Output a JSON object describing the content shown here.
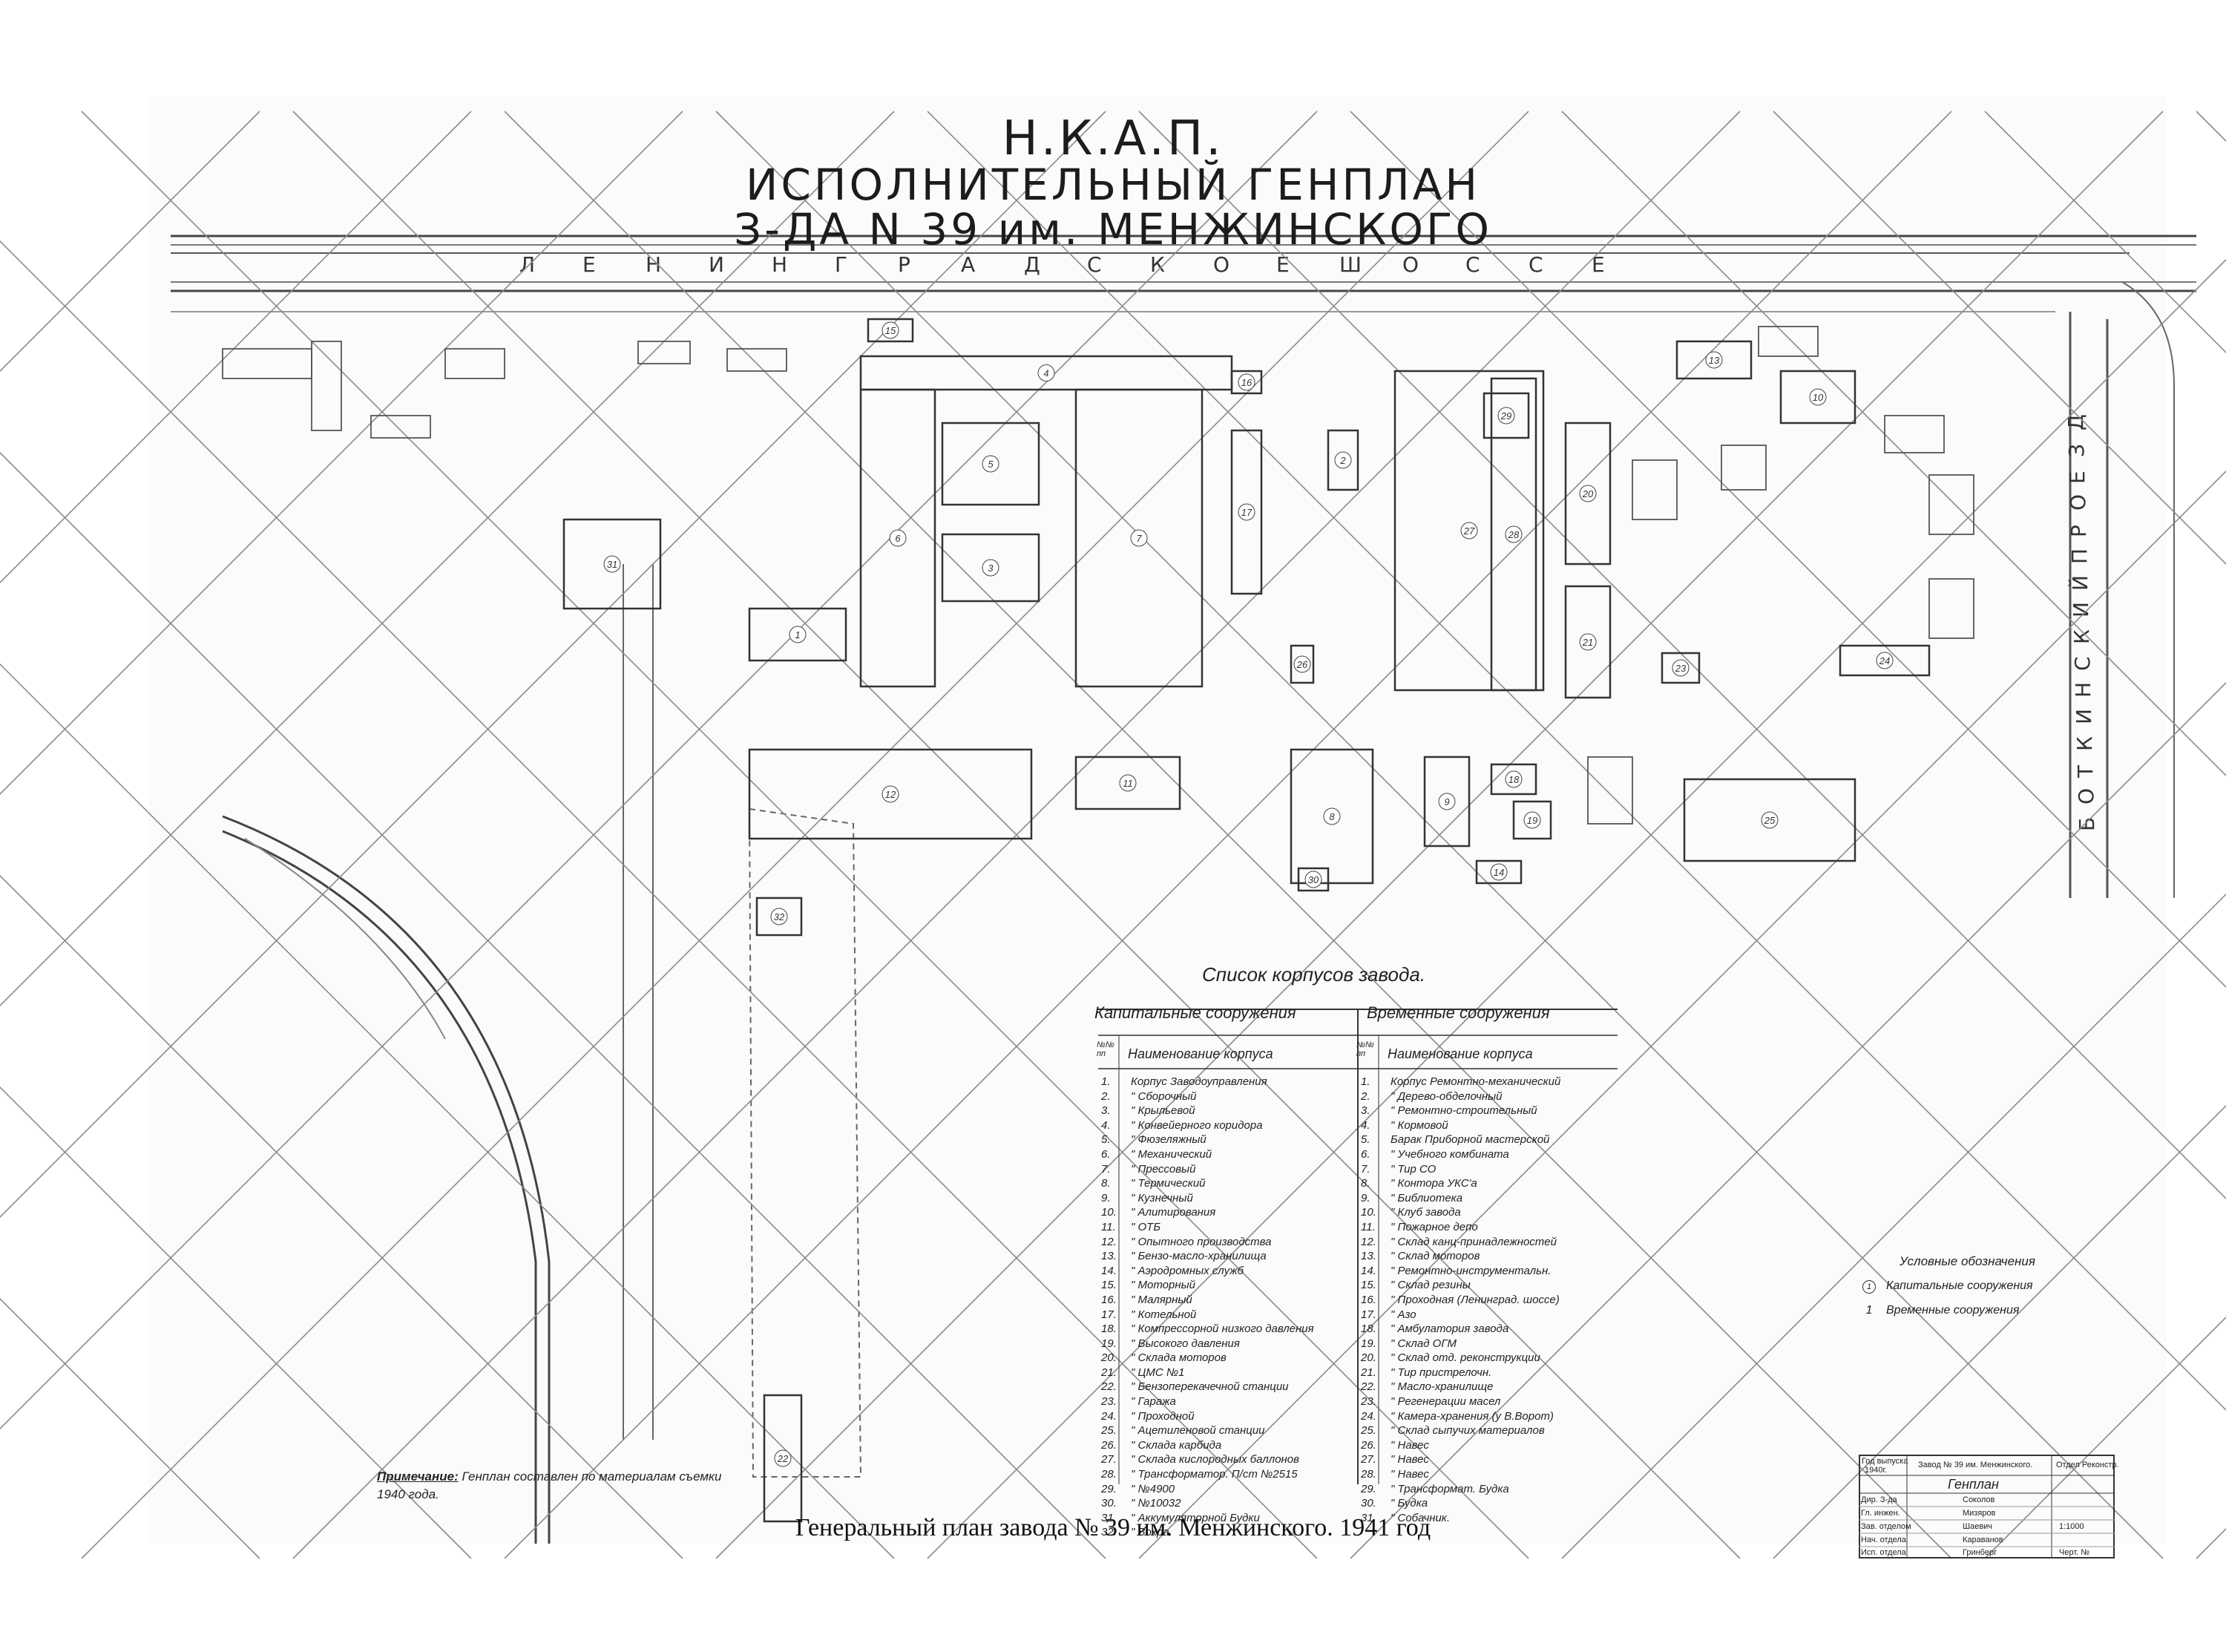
{
  "title": {
    "line1": "Н.К.А.П.",
    "line2": "ИСПОЛНИТЕЛЬНЫЙ ГЕНПЛАН",
    "line3": "З-ДА N 39 им. МЕНЖИНСКОГО"
  },
  "roads": {
    "main": [
      "Л",
      "Е",
      "Н",
      "И",
      "Н",
      "Г",
      "Р",
      "А",
      "Д",
      "С",
      "К",
      "О",
      "Е",
      "Ш",
      "О",
      "С",
      "С",
      "Е"
    ],
    "side": [
      "Б",
      "О",
      "Т",
      "К",
      "И",
      "Н",
      "С",
      "К",
      "И",
      "Й",
      "П",
      "Р",
      "О",
      "Е",
      "З",
      "Д"
    ]
  },
  "list": {
    "title": "Список корпусов завода.",
    "capital_header": "Капитальные сооружения",
    "temporary_header": "Временные сооружения",
    "num_header": "№№ пп",
    "name_header": "Наименование корпуса",
    "capital": [
      {
        "n": "1.",
        "name": "Корпус Заводоуправления"
      },
      {
        "n": "2.",
        "name": "\" Сборочный"
      },
      {
        "n": "3.",
        "name": "\" Крыльевой"
      },
      {
        "n": "4.",
        "name": "\" Конвейерного коридора"
      },
      {
        "n": "5.",
        "name": "\" Фюзеляжный"
      },
      {
        "n": "6.",
        "name": "\" Механический"
      },
      {
        "n": "7.",
        "name": "\" Прессовый"
      },
      {
        "n": "8.",
        "name": "\" Термический"
      },
      {
        "n": "9.",
        "name": "\" Кузнечный"
      },
      {
        "n": "10.",
        "name": "\" Алитирования"
      },
      {
        "n": "11.",
        "name": "\" ОТБ"
      },
      {
        "n": "12.",
        "name": "\" Опытного производства"
      },
      {
        "n": "13.",
        "name": "\" Бензо-масло-хранилища"
      },
      {
        "n": "14.",
        "name": "\" Аэродромных служб"
      },
      {
        "n": "15.",
        "name": "\" Моторный"
      },
      {
        "n": "16.",
        "name": "\" Малярный"
      },
      {
        "n": "17.",
        "name": "\" Котельной"
      },
      {
        "n": "18.",
        "name": "\" Компрессорной низкого давления"
      },
      {
        "n": "19.",
        "name": "\" Высокого давления"
      },
      {
        "n": "20.",
        "name": "\" Склада моторов"
      },
      {
        "n": "21.",
        "name": "\" ЦМС №1"
      },
      {
        "n": "22.",
        "name": "\" Бензоперекачечной станции"
      },
      {
        "n": "23.",
        "name": "\" Гаража"
      },
      {
        "n": "24.",
        "name": "\" Проходной"
      },
      {
        "n": "25.",
        "name": "\" Ацетиленовой станции"
      },
      {
        "n": "26.",
        "name": "\" Склада карбида"
      },
      {
        "n": "27.",
        "name": "\" Склада кислородных баллонов"
      },
      {
        "n": "28.",
        "name": "\" Трансформатор. П/ст №2515"
      },
      {
        "n": "29.",
        "name": "\" №4900"
      },
      {
        "n": "30.",
        "name": "\" №10032"
      },
      {
        "n": "31.",
        "name": "\" Аккумуляторной Будки"
      },
      {
        "n": "32.",
        "name": "\" Вохра."
      }
    ],
    "temporary": [
      {
        "n": "1.",
        "name": "Корпус Ремонтно-механический"
      },
      {
        "n": "2.",
        "name": "\" Дерево-обделочный"
      },
      {
        "n": "3.",
        "name": "\" Ремонтно-строительный"
      },
      {
        "n": "4.",
        "name": "\" Кормовой"
      },
      {
        "n": "5.",
        "name": "Барак Приборной мастерской"
      },
      {
        "n": "6.",
        "name": "\" Учебного комбината"
      },
      {
        "n": "7.",
        "name": "\" Тир СО"
      },
      {
        "n": "8.",
        "name": "\" Контора УКС'а"
      },
      {
        "n": "9.",
        "name": "\" Библиотека"
      },
      {
        "n": "10.",
        "name": "\" Клуб завода"
      },
      {
        "n": "11.",
        "name": "\" Пожарное депо"
      },
      {
        "n": "12.",
        "name": "\" Склад канц-принадлежностей"
      },
      {
        "n": "13.",
        "name": "\" Склад моторов"
      },
      {
        "n": "14.",
        "name": "\" Ремонтно-инструментальн."
      },
      {
        "n": "15.",
        "name": "\" Склад резины"
      },
      {
        "n": "16.",
        "name": "\" Проходная (Ленинград. шоссе)"
      },
      {
        "n": "17.",
        "name": "\" Азо"
      },
      {
        "n": "18.",
        "name": "\" Амбулатория завода"
      },
      {
        "n": "19.",
        "name": "\" Склад ОГМ"
      },
      {
        "n": "20.",
        "name": "\" Склад отд. реконструкции"
      },
      {
        "n": "21.",
        "name": "\" Тир пристрелочн."
      },
      {
        "n": "22.",
        "name": "\" Масло-хранилище"
      },
      {
        "n": "23.",
        "name": "\" Регенерации масел"
      },
      {
        "n": "24.",
        "name": "\" Камера-хранения (у В.Ворот)"
      },
      {
        "n": "25.",
        "name": "\" Склад сыпучих материалов"
      },
      {
        "n": "26.",
        "name": "\" Навес"
      },
      {
        "n": "27.",
        "name": "\" Навес"
      },
      {
        "n": "28.",
        "name": "\" Навес"
      },
      {
        "n": "29.",
        "name": "\" Трансформат. Будка"
      },
      {
        "n": "30.",
        "name": "\" Будка"
      },
      {
        "n": "31.",
        "name": "\" Собачник."
      }
    ]
  },
  "legend": {
    "title": "Условные обозначения",
    "capital": "Капитальные сооружения",
    "temporary": "Временные сооружения",
    "capital_mark": "1",
    "temporary_mark": "1"
  },
  "note": {
    "label": "Примечание:",
    "text": "Генплан составлен по материалам съемки 1940 года."
  },
  "stamp": {
    "title": "Генплан",
    "year_label": "Год выпуска",
    "year": "1940г.",
    "plant": "Завод № 39 им. Менжинского.",
    "dept": "Отдел Реконстр.",
    "rows": [
      {
        "role": "Дир. З-да",
        "name": "Соколов"
      },
      {
        "role": "Гл. инжен.",
        "name": "Мизяров"
      },
      {
        "role": "Зав. отделом",
        "name": "Шаевич"
      },
      {
        "role": "Нач. отдела",
        "name": "Караванов"
      },
      {
        "role": "Исп. отдела",
        "name": "Гринберг"
      }
    ],
    "scale": "1:1000",
    "sheet_info": "Черт. №"
  },
  "caption": "Генеральный план завода № 39 им. Менжинского.  1941 год",
  "buildings": [
    {
      "n": "1"
    },
    {
      "n": "2"
    },
    {
      "n": "3"
    },
    {
      "n": "4"
    },
    {
      "n": "5"
    },
    {
      "n": "6"
    },
    {
      "n": "7"
    },
    {
      "n": "8"
    },
    {
      "n": "9"
    },
    {
      "n": "10"
    },
    {
      "n": "11"
    },
    {
      "n": "12"
    },
    {
      "n": "13"
    },
    {
      "n": "14"
    },
    {
      "n": "15"
    },
    {
      "n": "16"
    },
    {
      "n": "17"
    },
    {
      "n": "18"
    },
    {
      "n": "19"
    },
    {
      "n": "20"
    },
    {
      "n": "21"
    },
    {
      "n": "22"
    },
    {
      "n": "23"
    },
    {
      "n": "24"
    },
    {
      "n": "25"
    },
    {
      "n": "26"
    },
    {
      "n": "27"
    },
    {
      "n": "28"
    },
    {
      "n": "29"
    },
    {
      "n": "30"
    },
    {
      "n": "31"
    },
    {
      "n": "32"
    }
  ]
}
